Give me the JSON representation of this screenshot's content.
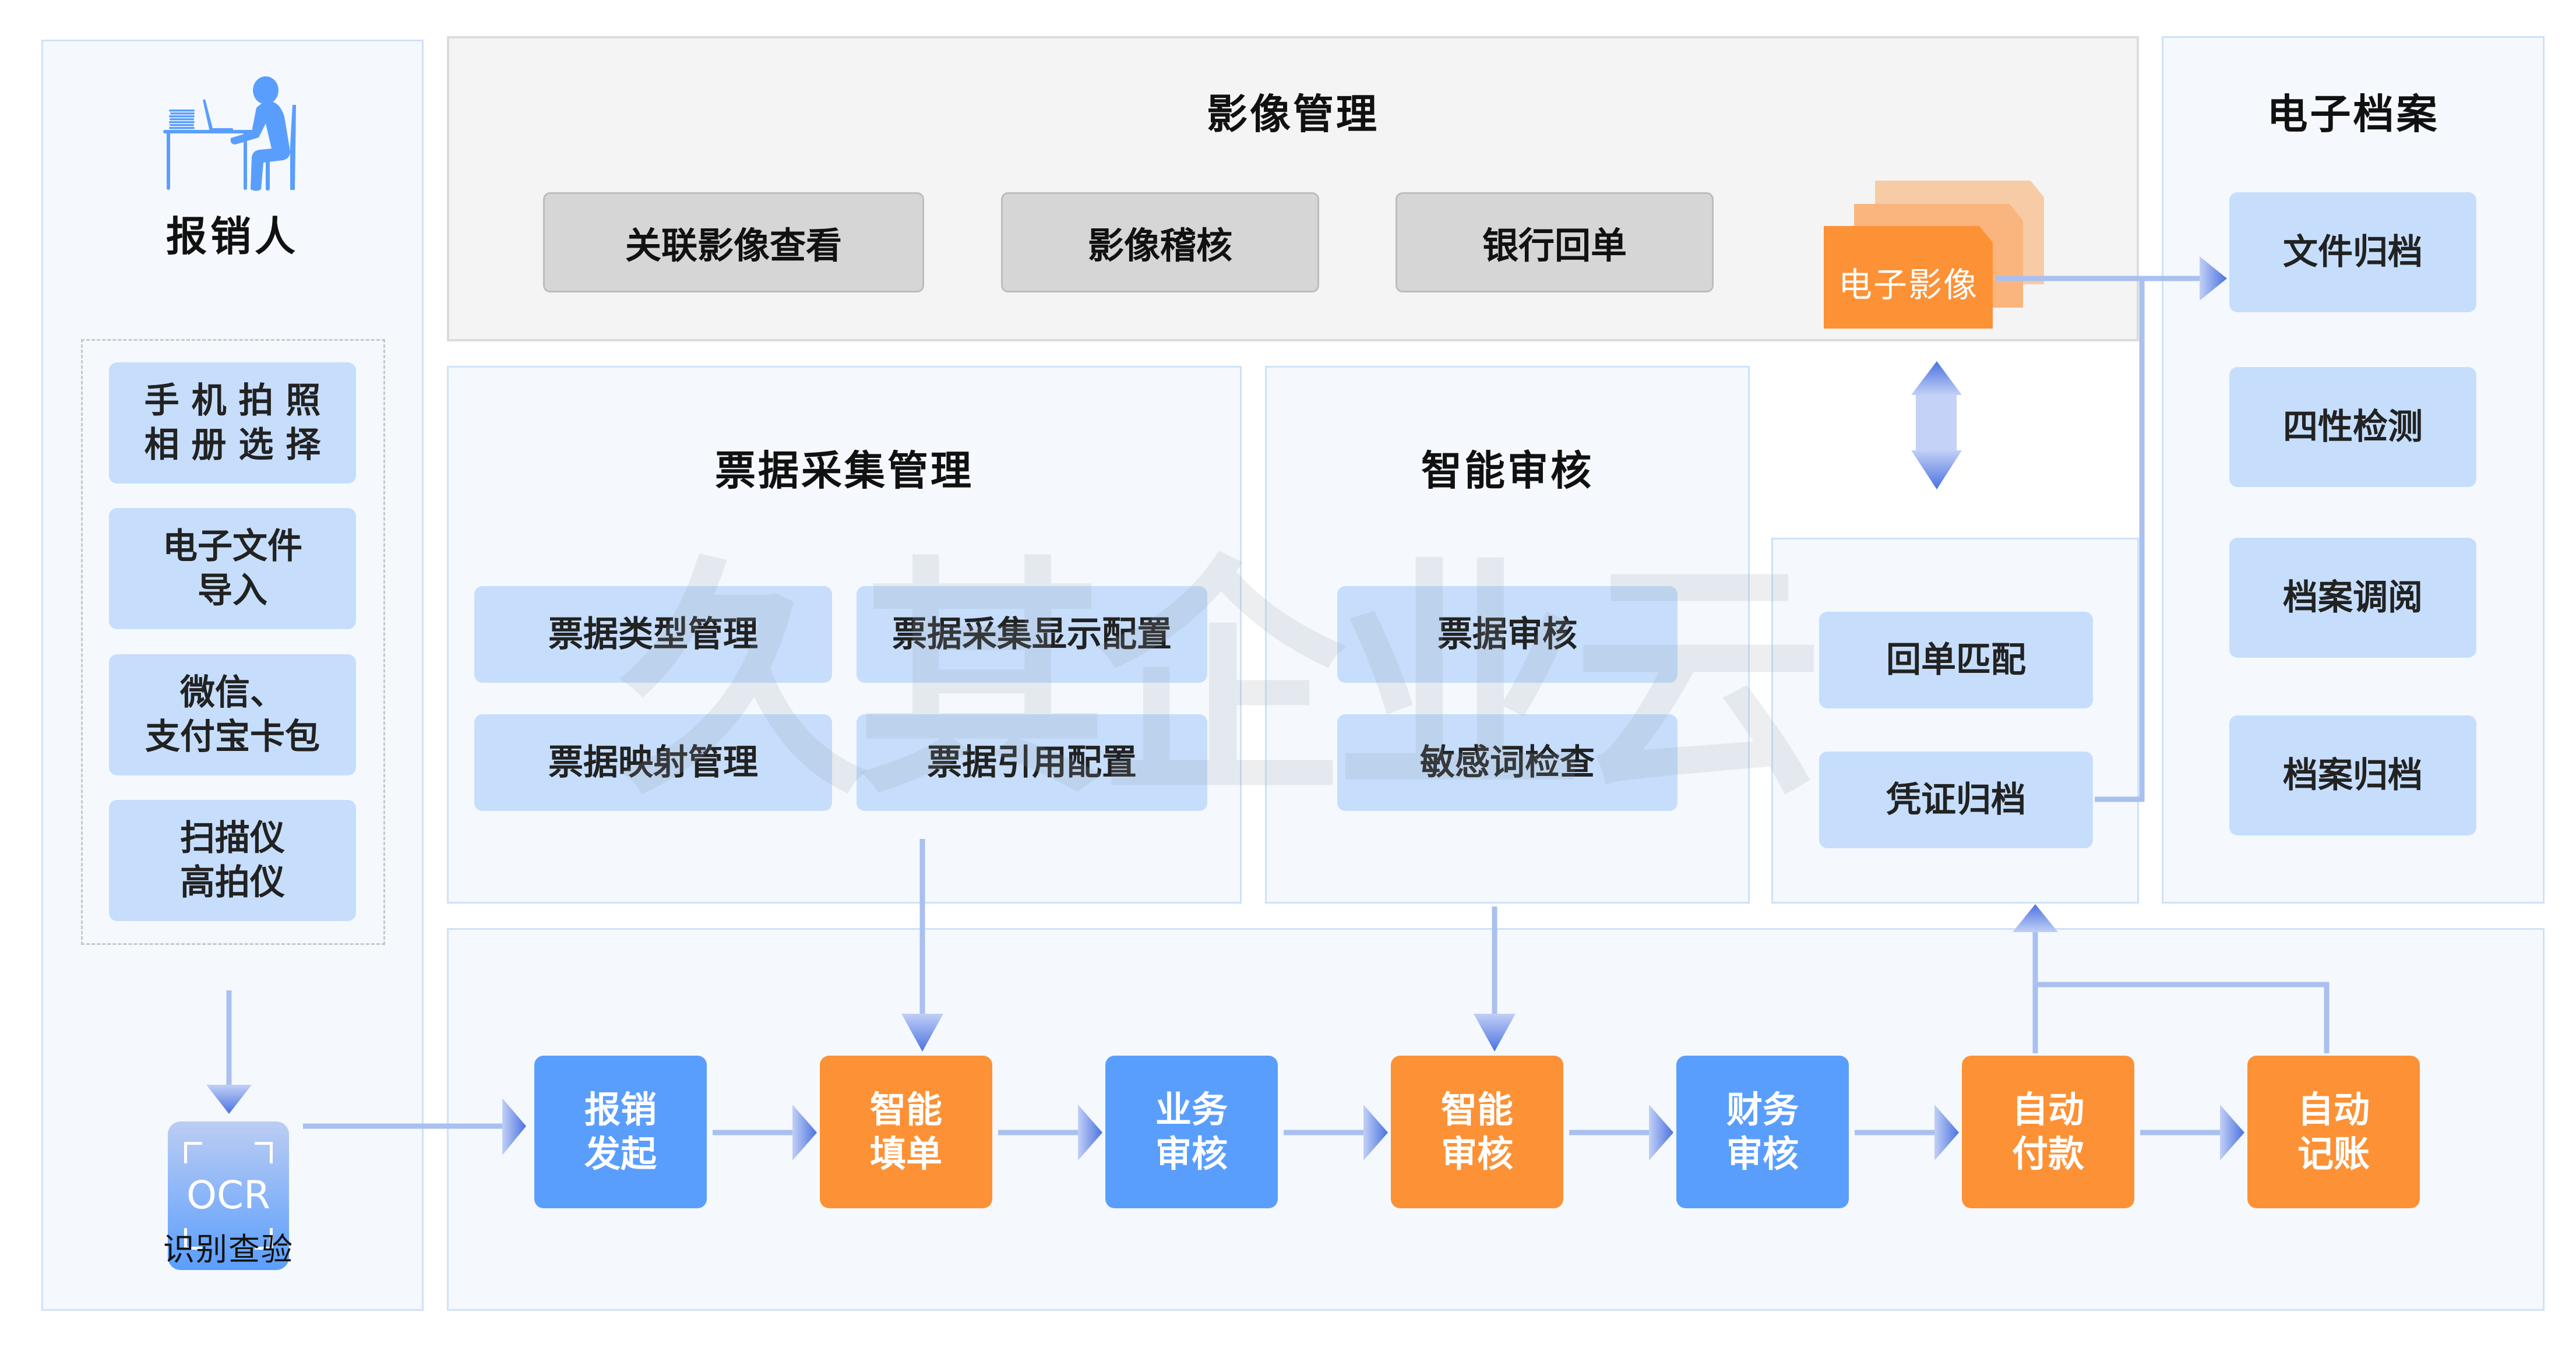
{
  "claimant": {
    "title": "报销人",
    "icon": "person-at-desk-icon",
    "sources": [
      {
        "label": "手 机 拍 照\n相 册 选 择"
      },
      {
        "label": "电子文件\n导入"
      },
      {
        "label": "微信、\n支付宝卡包"
      },
      {
        "label": "扫描仪\n高拍仪"
      }
    ],
    "ocr": {
      "badge": "OCR",
      "caption": "识别查验"
    }
  },
  "image_management": {
    "title": "影像管理",
    "items": [
      "关联影像查看",
      "影像稽核",
      "银行回单"
    ],
    "electronic_image": "电子影像"
  },
  "bill_collection": {
    "title": "票据采集管理",
    "items": [
      "票据类型管理",
      "票据采集显示配置",
      "票据映射管理",
      "票据引用配置"
    ]
  },
  "smart_audit": {
    "title": "智能审核",
    "items": [
      "票据审核",
      "敏感词检查"
    ]
  },
  "receipt": {
    "items": [
      "回单匹配",
      "凭证归档"
    ]
  },
  "archive": {
    "title": "电子档案",
    "items": [
      "文件归档",
      "四性检测",
      "档案调阅",
      "档案归档"
    ]
  },
  "flow": {
    "steps": [
      {
        "label": "报销\n发起",
        "kind": "manual"
      },
      {
        "label": "智能\n填单",
        "kind": "auto"
      },
      {
        "label": "业务\n审核",
        "kind": "manual"
      },
      {
        "label": "智能\n审核",
        "kind": "auto"
      },
      {
        "label": "财务\n审核",
        "kind": "manual"
      },
      {
        "label": "自动\n付款",
        "kind": "auto"
      },
      {
        "label": "自动\n记账",
        "kind": "auto"
      }
    ]
  },
  "watermark": "久其企业云",
  "colors": {
    "manual_step": "#5a9efd",
    "auto_step": "#fd9136",
    "connector": "#a9c0f0",
    "arrow_tip": "#4a72e0",
    "module_box": "#c6defc",
    "panel_bg": "#f5f9fd"
  }
}
